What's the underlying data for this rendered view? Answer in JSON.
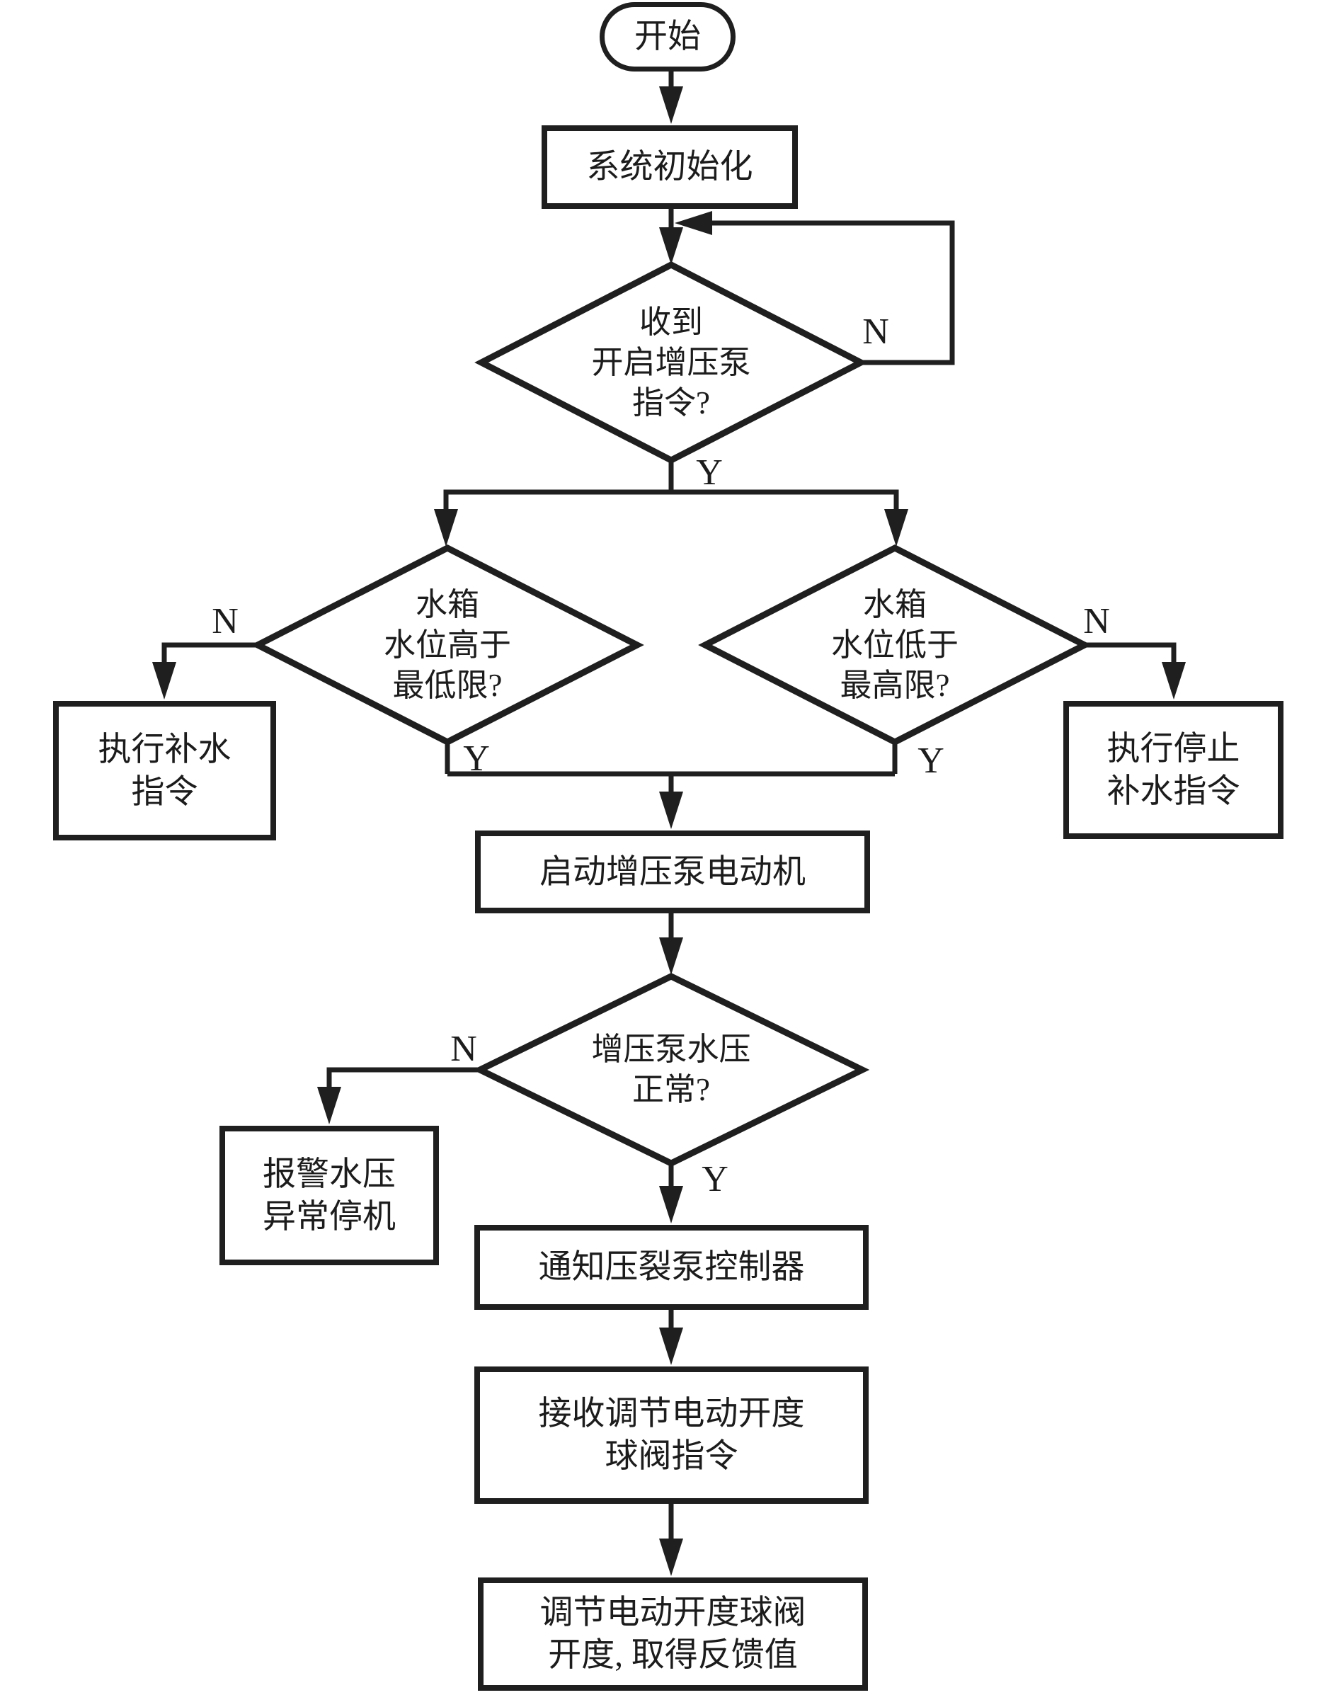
{
  "labels": {
    "yes": "Y",
    "no": "N"
  },
  "nodes": {
    "start": {
      "label": "开始"
    },
    "init": {
      "label": "系统初始化"
    },
    "q_receive": {
      "lines": [
        "收到",
        "开启增压泵",
        "指令?"
      ]
    },
    "q_above_min": {
      "lines": [
        "水箱",
        "水位高于",
        "最低限?"
      ]
    },
    "q_below_max": {
      "lines": [
        "水箱",
        "水位低于",
        "最高限?"
      ]
    },
    "do_refill": {
      "lines": [
        "执行补水",
        "指令"
      ]
    },
    "stop_refill": {
      "lines": [
        "执行停止",
        "补水指令"
      ]
    },
    "start_motor": {
      "label": "启动增压泵电动机"
    },
    "q_pressure": {
      "lines": [
        "增压泵水压",
        "正常?"
      ]
    },
    "alarm_stop": {
      "lines": [
        "报警水压",
        "异常停机"
      ]
    },
    "notify_ctrl": {
      "label": "通知压裂泵控制器"
    },
    "recv_valve_cmd": {
      "lines": [
        "接收调节电动开度",
        "球阀指令"
      ]
    },
    "adjust_valve": {
      "lines": [
        "调节电动开度球阀",
        "开度, 取得反馈值"
      ]
    }
  },
  "colors": {
    "stroke": "#1f1f1f",
    "background": "#ffffff"
  }
}
